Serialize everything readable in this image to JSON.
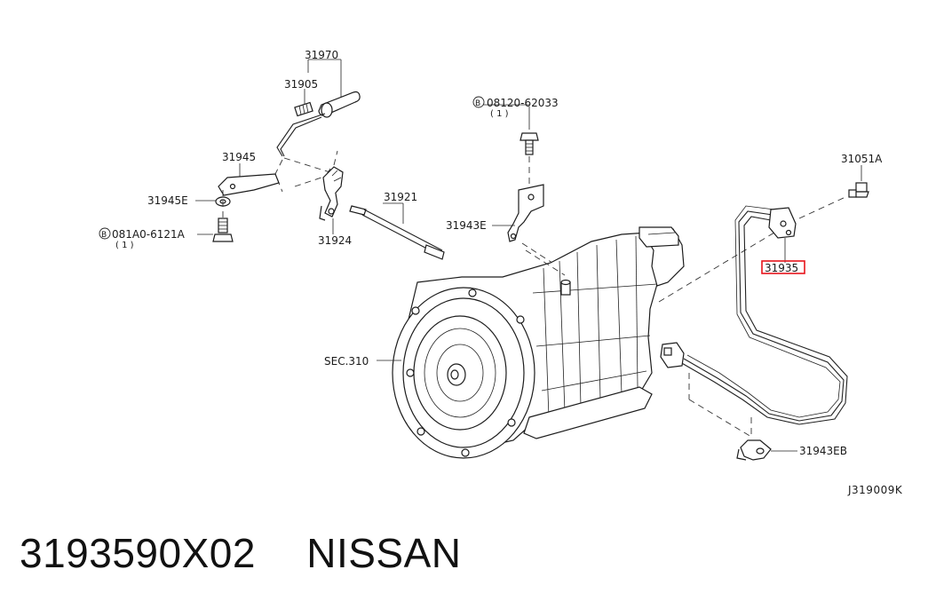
{
  "diagram": {
    "labels": {
      "p31970": "31970",
      "p31905": "31905",
      "p31945": "31945",
      "p31945E": "31945E",
      "bolt081A0": "081A0-6121A",
      "bolt081A0_qty": "( 1 )",
      "p31921": "31921",
      "p31924": "31924",
      "bolt08120": "08120-62033",
      "bolt08120_qty": "( 1 )",
      "p31943E": "31943E",
      "p31051A": "31051A",
      "p31935": "31935",
      "sec310": "SEC.310",
      "p31943EB": "31943EB",
      "drawing_code": "J319009K",
      "bolt_marker": "B"
    },
    "highlight_color": "#e8141c"
  },
  "footer": {
    "part_number": "3193590X02",
    "brand": "NISSAN"
  }
}
